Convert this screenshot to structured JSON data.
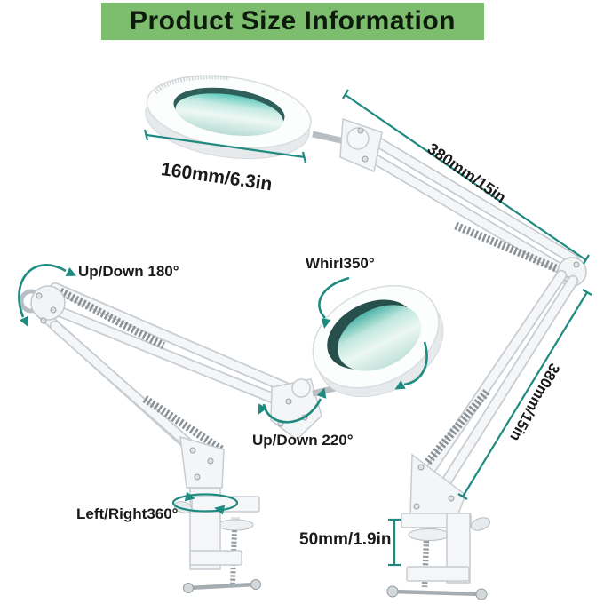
{
  "header": {
    "title": "Product Size Information"
  },
  "colors": {
    "banner_green": "#7dbd6e",
    "accent_teal": "#1e8a80",
    "label_text": "#1a1a1a",
    "lamp_body_white": "#f5f6f7"
  },
  "dimensions": {
    "head_diameter": "160mm/6.3in",
    "upper_arm_length": "380mm/15in",
    "lower_arm_length": "380mm/15in",
    "clamp_height": "50mm/1.9in"
  },
  "rotations": {
    "elbow": "Up/Down 180°",
    "head_swivel": "Whirl350°",
    "head_tilt": "Up/Down 220°",
    "base": "Left/Right360°"
  }
}
